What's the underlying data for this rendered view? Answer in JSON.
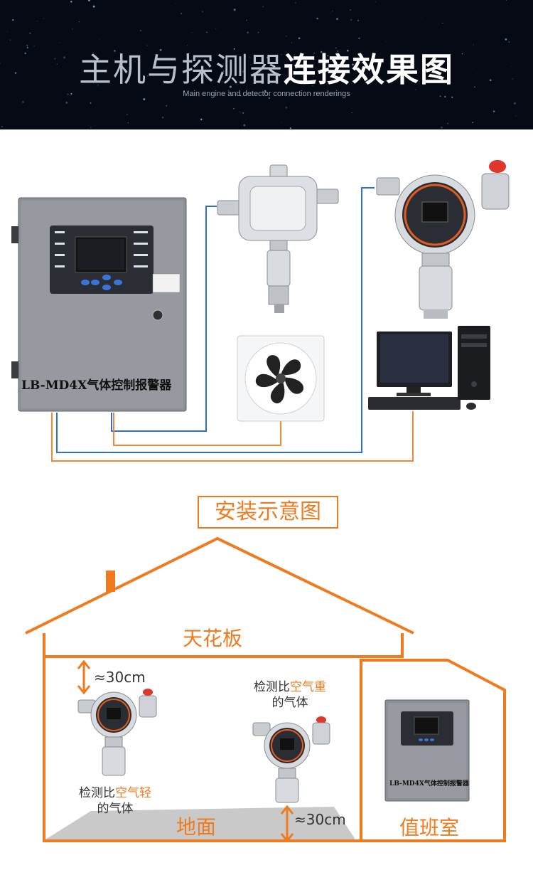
{
  "banner": {
    "title_thin": "主机与探测器",
    "title_bold": "连接效果图",
    "subtitle": "Main engine and detector connection renderings"
  },
  "controller": {
    "label": "LB-MD4X气体控制报警器"
  },
  "install": {
    "title": "安装示意图",
    "ceiling": "天花板",
    "floor": "地面",
    "duty_room": "值班室",
    "top_distance": "≈30cm",
    "bottom_distance": "≈30cm",
    "light_gas_prefix": "检测比",
    "light_gas_highlight": "空气轻",
    "light_gas_suffix": "的气体",
    "heavy_gas_prefix": "检测比",
    "heavy_gas_highlight": "空气重",
    "heavy_gas_suffix": "的气体",
    "small_cabinet_label": "LB-MD4X气体控制报警器"
  },
  "colors": {
    "orange": "#f07a1e",
    "blue_wire": "#2f6fd1",
    "orange_wire": "#f0883a",
    "cabinet": "#8d9096",
    "banner_bg": "#060a14"
  }
}
